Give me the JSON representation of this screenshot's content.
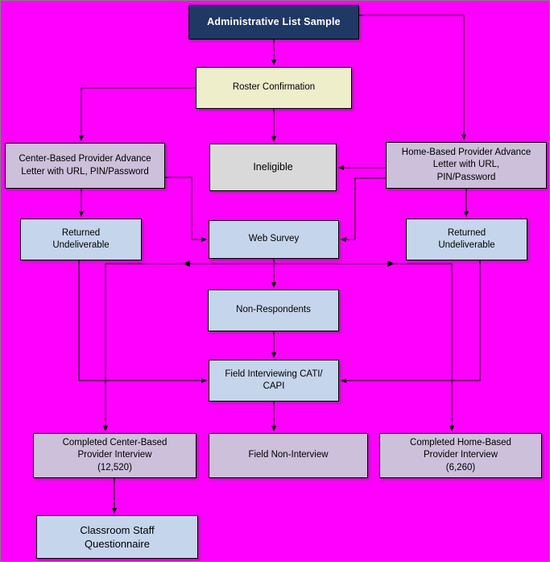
{
  "diagram": {
    "title": "Administrative List Sample flow diagram",
    "colors": {
      "background": "#FF00FF",
      "navy": "#1F3864",
      "cream": "#EEEECB",
      "lavender": "#CCC0DA",
      "gray": "#D9D9D9",
      "blue": "#C5D5EC",
      "line": "#000000"
    },
    "nodes": {
      "admin": {
        "label": "Administrative List Sample"
      },
      "roster": {
        "label": "Roster Confirmation"
      },
      "center_letter": {
        "label": "Center-Based Provider Advance\nLetter with URL, PIN/Password"
      },
      "ineligible": {
        "label": "Ineligible"
      },
      "home_letter": {
        "label": "Home-Based Provider Advance\nLetter with URL,\nPIN/Password"
      },
      "returned_left": {
        "label": "Returned\nUndeliverable"
      },
      "web_survey": {
        "label": "Web Survey"
      },
      "returned_right": {
        "label": "Returned\nUndeliverable"
      },
      "non_respondents": {
        "label": "Non-Respondents"
      },
      "field_interviewing": {
        "label": "Field Interviewing CATI/\nCAPI"
      },
      "completed_center": {
        "label": "Completed Center-Based\nProvider Interview\n(12,520)"
      },
      "field_non_interview": {
        "label": "Field Non-Interview"
      },
      "completed_home": {
        "label": "Completed Home-Based\nProvider Interview\n(6,260)"
      },
      "classroom": {
        "label": "Classroom Staff\nQuestionnaire"
      }
    }
  }
}
